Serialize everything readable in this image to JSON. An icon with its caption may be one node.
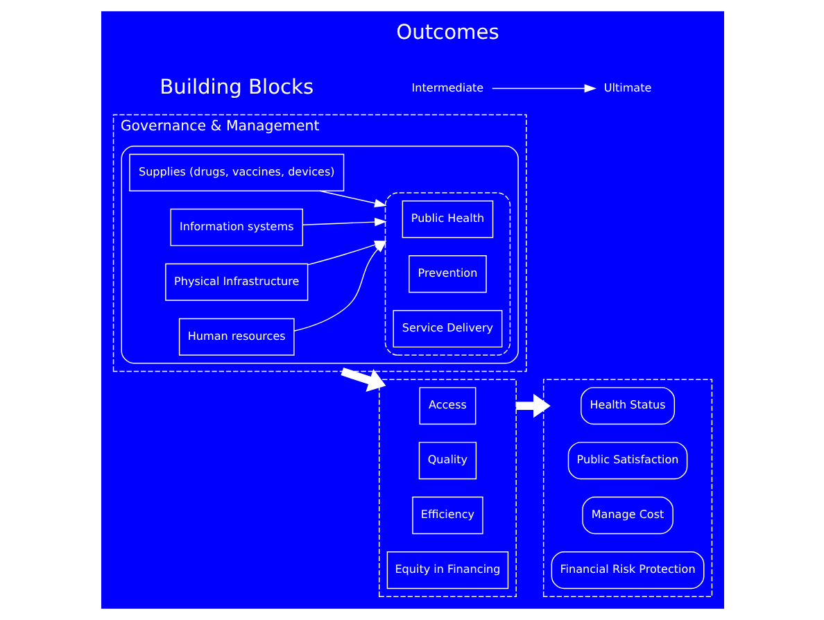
{
  "diagram": {
    "nodes": [
      {
        "text": [
          "Governance & Management"
        ]
      },
      {
        "text": [],
        "shape": "ellipse",
        "in": 0
      },
      {
        "text": [
          "Human resources"
        ],
        "in": 1
      },
      {
        "text": [
          "Supplies (drugs, vaccines, devices)"
        ],
        "in": 1
      },
      {
        "text": [
          "Information systems"
        ],
        "in": 1
      },
      {
        "text": [
          "Physical Infrastructure"
        ],
        "in": 1
      },
      {
        "text": [],
        "shape": "box",
        "in": 1
      },
      {
        "text": [
          "Public Health"
        ],
        "in": 6
      },
      {
        "text": [
          "Prevention"
        ],
        "in": 6
      },
      {
        "text": [
          "Service Delivery"
        ],
        "in": 6
      },
      {
        "text": [],
        "shape": "box"
      },
      {
        "text": [
          "Access"
        ],
        "in": 10
      },
      {
        "text": [
          "Quality"
        ],
        "in": 10
      },
      {
        "text": [
          "Efficiency"
        ],
        "in": 10
      },
      {
        "text": [
          "Equity in Financing"
        ],
        "in": 10
      },
      {
        "text": [],
        "shape": "box"
      },
      {
        "text": [
          "Health Status"
        ],
        "in": 15
      },
      {
        "text": [
          "Public Satisfaction"
        ],
        "in": 15
      },
      {
        "text": [
          "Manage Cost"
        ],
        "in": 15
      },
      {
        "text": [
          "Financial Risk Protection"
        ],
        "in": 15
      },
      {
        "text": [
          "Intermediate"
        ]
      },
      {
        "text": [
          "Ultimate"
        ]
      }
    ],
    "edges": [
      {
        "from": 2,
        "to": 6,
        "arrow": "to"
      },
      {
        "from": 3,
        "to": 6,
        "arrow": "to"
      },
      {
        "from": 4,
        "to": 6,
        "arrow": "to"
      },
      {
        "from": 5,
        "to": 6,
        "arrow": "to"
      },
      {
        "from": 0,
        "to": 10,
        "arrow": "to",
        "style": "thick"
      },
      {
        "from": 10,
        "to": 15,
        "arrow": "to",
        "style": "thick"
      },
      {
        "from": 20,
        "to": 21,
        "arrow": "to"
      }
    ],
    "labels": [
      "Building Blocks",
      "Outcomes"
    ]
  }
}
